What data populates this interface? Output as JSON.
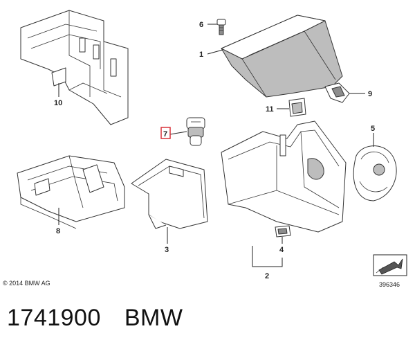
{
  "callouts": [
    {
      "id": "6",
      "label": "6"
    },
    {
      "id": "1",
      "label": "1"
    },
    {
      "id": "9",
      "label": "9"
    },
    {
      "id": "11",
      "label": "11"
    },
    {
      "id": "5",
      "label": "5"
    },
    {
      "id": "7",
      "label": "7",
      "highlighted": true
    },
    {
      "id": "10",
      "label": "10"
    },
    {
      "id": "8",
      "label": "8"
    },
    {
      "id": "3",
      "label": "3"
    },
    {
      "id": "4",
      "label": "4"
    },
    {
      "id": "2",
      "label": "2"
    }
  ],
  "highlight_color": "#d9323a",
  "copyright": "© 2014 BMW AG",
  "image_number": "396346",
  "caption": {
    "part_number": "1741900",
    "brand": "BMW"
  }
}
